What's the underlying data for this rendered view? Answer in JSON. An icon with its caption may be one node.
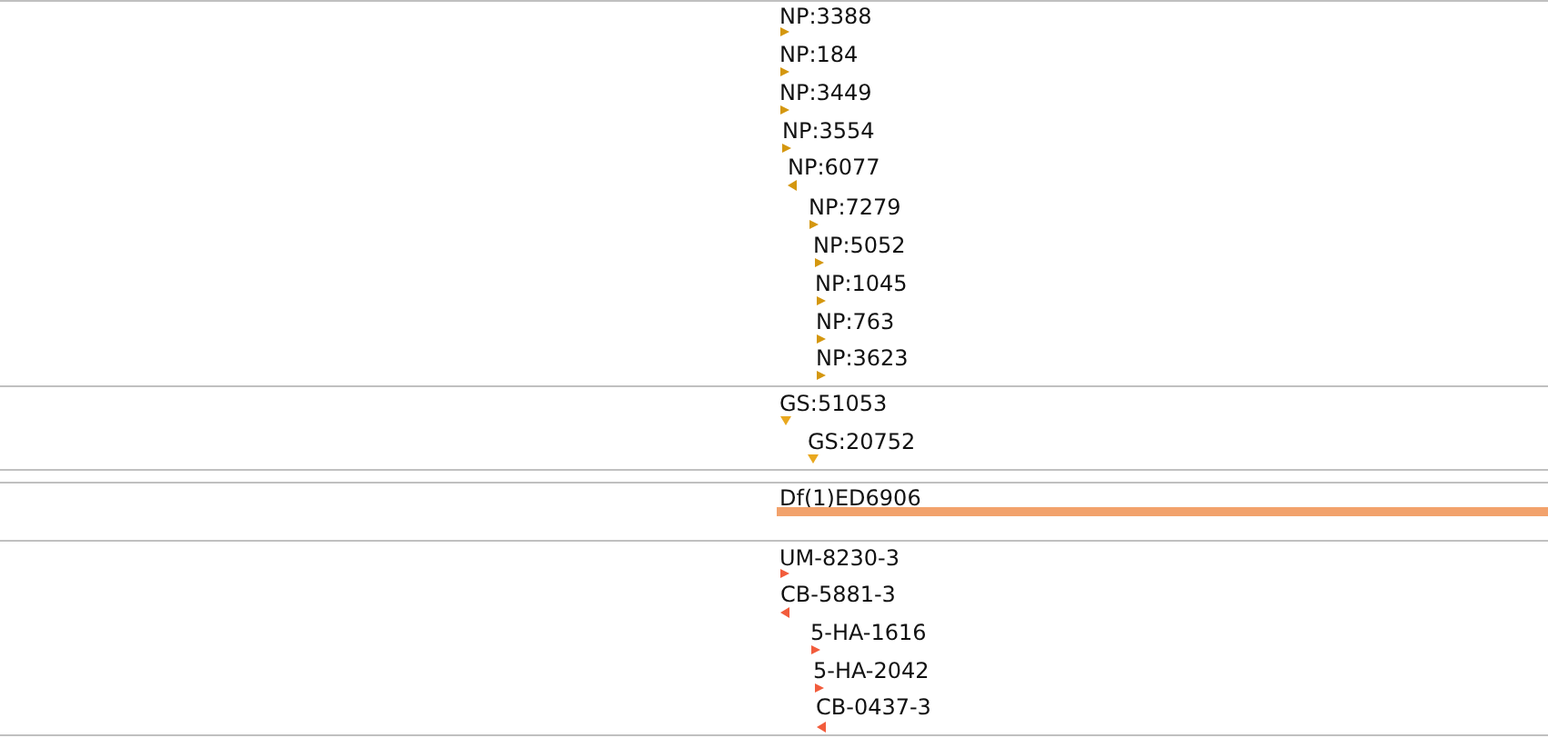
{
  "diagram": {
    "labels": [
      "NP:3388",
      "NP:184",
      "NP:3449",
      "NP:3554",
      "NP:6077",
      "NP:7279",
      "NP:5052",
      "NP:1045",
      "NP:763",
      "NP:3623",
      "GS:51053",
      "GS:20752",
      "Df(1)ED6906",
      "UM-8230-3",
      "CB-5881-3",
      "5-HA-1616",
      "5-HA-2042",
      "CB-0437-3"
    ]
  }
}
